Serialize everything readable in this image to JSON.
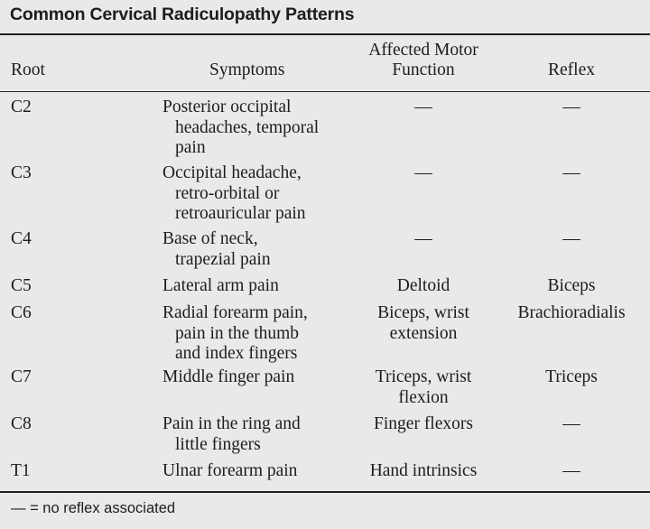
{
  "title": "Common Cervical Radiculopathy Patterns",
  "headers": {
    "root": "Root",
    "symptoms": "Symptoms",
    "motor_line1": "Affected Motor",
    "motor_line2": "Function",
    "reflex": "Reflex"
  },
  "rows": [
    {
      "root": "C2",
      "symptoms": [
        "Posterior occipital",
        "headaches, temporal",
        "pain"
      ],
      "motor": [
        "—"
      ],
      "reflex": "—"
    },
    {
      "root": "C3",
      "symptoms": [
        "Occipital headache,",
        "retro-orbital or",
        "retroauricular pain"
      ],
      "motor": [
        "—"
      ],
      "reflex": "—"
    },
    {
      "root": "C4",
      "symptoms": [
        "Base of neck,",
        "trapezial pain"
      ],
      "motor": [
        "—"
      ],
      "reflex": "—"
    },
    {
      "root": "C5",
      "symptoms": [
        "Lateral arm pain"
      ],
      "motor": [
        "Deltoid"
      ],
      "reflex": "Biceps"
    },
    {
      "root": "C6",
      "symptoms": [
        "Radial forearm pain,",
        "pain in the thumb",
        "and index fingers"
      ],
      "motor": [
        "Biceps, wrist",
        "extension"
      ],
      "reflex": "Brachioradialis"
    },
    {
      "root": "C7",
      "symptoms": [
        "Middle finger pain"
      ],
      "motor": [
        "Triceps, wrist",
        "flexion"
      ],
      "reflex": "Triceps"
    },
    {
      "root": "C8",
      "symptoms": [
        "Pain in the ring and",
        "little fingers"
      ],
      "motor": [
        "Finger flexors"
      ],
      "reflex": "—"
    },
    {
      "root": "T1",
      "symptoms": [
        "Ulnar forearm pain"
      ],
      "motor": [
        "Hand intrinsics"
      ],
      "reflex": "—"
    }
  ],
  "footnote": "— = no reflex associated"
}
